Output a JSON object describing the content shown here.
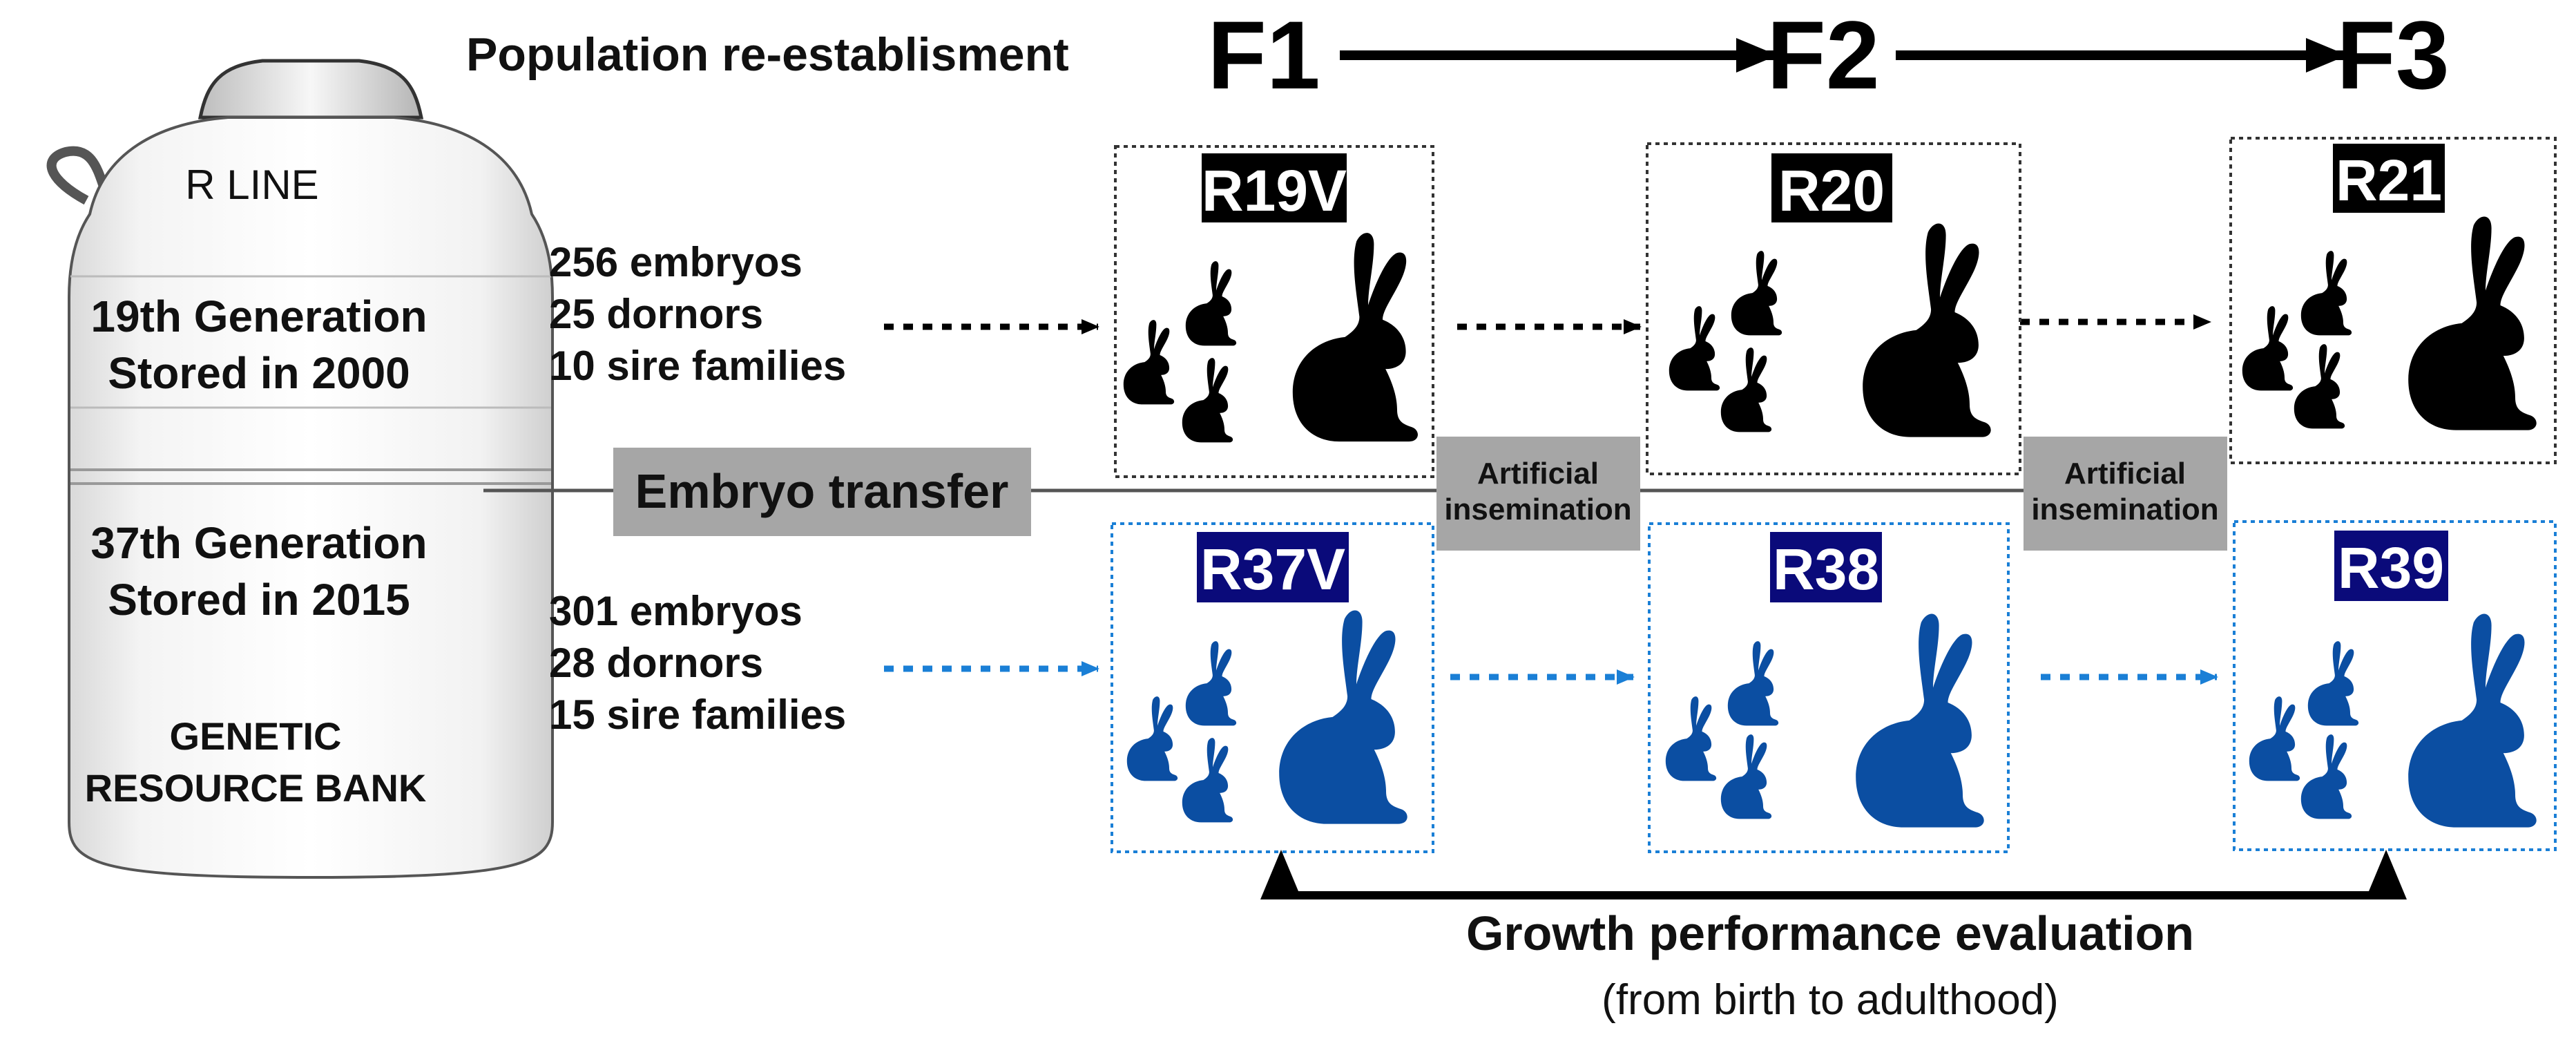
{
  "tank": {
    "title": "R LINE",
    "gen19_line1": "19th Generation",
    "gen19_line2": "Stored in 2000",
    "gen37_line1": "37th Generation",
    "gen37_line2": "Stored in 2015",
    "bank_line1": "GENETIC",
    "bank_line2": "RESOURCE BANK"
  },
  "header": {
    "title": "Population re-establisment",
    "generations": [
      "F1",
      "F2",
      "F3"
    ]
  },
  "top_row": {
    "stats": [
      "256 embryos",
      "25 dornors",
      "10 sire families"
    ],
    "boxes": [
      "R19V",
      "R20",
      "R21"
    ],
    "color": "#000000"
  },
  "bottom_row": {
    "stats": [
      "301 embryos",
      "28 dornors",
      "15 sire families"
    ],
    "boxes": [
      "R37V",
      "R38",
      "R39"
    ],
    "color": "#0b4ea2",
    "label_bg": "#0a0a7a",
    "arrow_color": "#1a7fd6"
  },
  "transfer": {
    "label": "Embryo transfer",
    "ai_line1": "Artificial",
    "ai_line2": "insemination"
  },
  "evaluation": {
    "title": "Growth performance evaluation",
    "subtitle": "(from birth to adulthood)"
  }
}
